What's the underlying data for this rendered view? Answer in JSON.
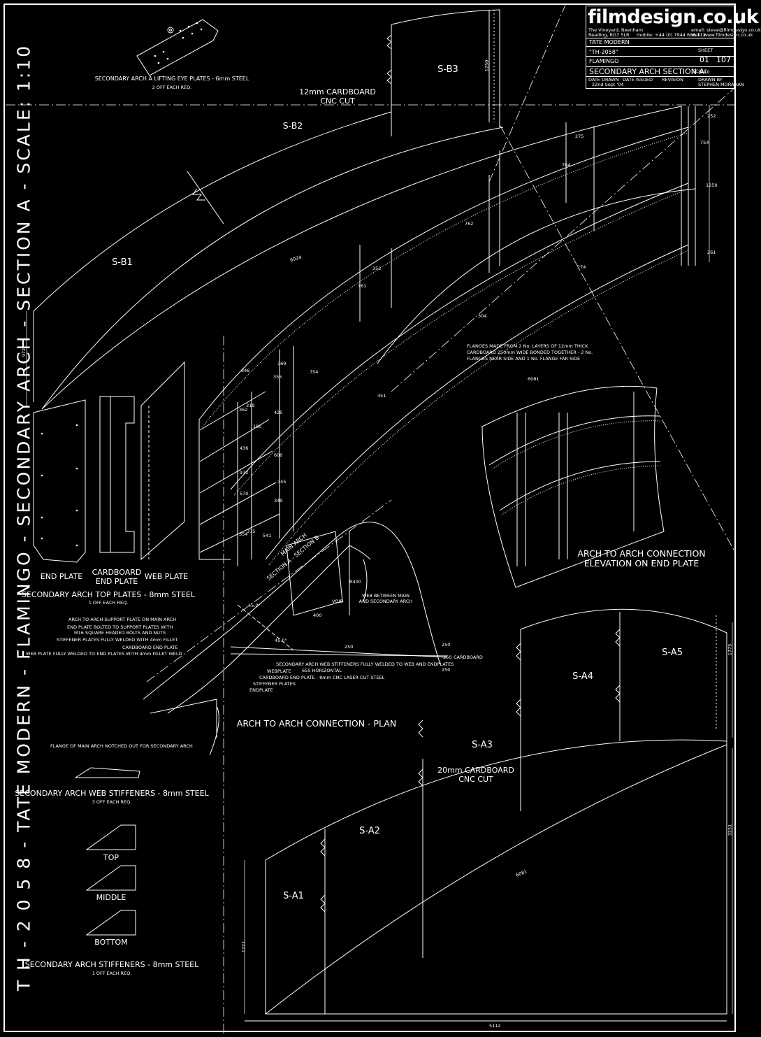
{
  "sheet": {
    "side_title": "T H  -  2 0 5 8  -  TATE MODERN - FLAMINGO - SECONDARY ARCH - SECTION A - SCALE: 1:10"
  },
  "title_block": {
    "brand": "filmdesign.co.uk",
    "address": "The Vineyard, Beenham",
    "address2": "Reading, RG7 5LR",
    "phone": "mobile: +44 (0) 7944 606 112",
    "email": "email: steve@filmdesign.co.uk",
    "web": "web: www.filmdesign.co.uk",
    "project": "TATE MODERN",
    "code": "\"TH-2058\"",
    "sheet_label": "SHEET",
    "sheet_no": "01",
    "sheet_of": "107",
    "subject": "FLAMINGO",
    "drawing": "SECONDARY ARCH SECTION A",
    "scale_label": "SCALE",
    "scale": "1:10",
    "f1": "DATE DRAWN",
    "f2": "DATE ISSUED",
    "f3": "REVISION",
    "f4": "DRAWN BY",
    "f4v": "STEPHEN MORAHAN",
    "date": "22nd Sept '04"
  },
  "labels": {
    "lifting_eye": "SECONDARY ARCH A LIFTING EYE PLATES - 6mm STEEL",
    "lifting_eye_req": "2 OFF EACH REQ.",
    "sb3": "S-B3",
    "sb2": "S-B2",
    "sb1": "S-B1",
    "cardboard_12": "12mm CARDBOARD",
    "cnc_cut_1": "CNC CUT",
    "end_plate": "END PLATE",
    "cardboard_end_plate_1": "CARDBOARD",
    "cardboard_end_plate_2": "END PLATE",
    "web_plate": "WEB PLATE",
    "top_plates": "SECONDARY ARCH TOP PLATES - 8mm STEEL",
    "top_plates_req": "1 OFF EACH REQ.",
    "note1": "ARCH TO ARCH SUPPORT PLATE ON MAIN ARCH",
    "note2": "END PLATE BOLTED TO SUPPORT PLATES WITH",
    "note2b": "M16 SQUARE HEADED BOLTS AND NUTS",
    "note3": "STIFFENER PLATES FULLY WELDED WITH 4mm FILLET",
    "note4": "CARDBOARD END PLATE",
    "note5": "WEB PLATE FULLY WELDED TO END PLATES WITH 4mm FILLET WELD",
    "flange_notch": "FLANGE OF MAIN ARCH NOTCHED OUT FOR SECONDARY ARCH",
    "web_stiffeners": "SECONDARY ARCH WEB STIFFENERS - 8mm STEEL",
    "web_stiffeners_req": "3 OFF EACH REQ.",
    "top": "TOP",
    "middle": "MIDDLE",
    "bottom": "BOTTOM",
    "stiffeners": "SECONDARY ARCH STIFFENERS - 8mm STEEL",
    "stiffeners_req": "1 OFF EACH REQ.",
    "flanges_note1": "FLANGES MADE FROM 2 No. LAYERS OF 12mm THICK",
    "flanges_note2": "CARDBOARD 250mm WIDE BONDED TOGETHER - 2 No.",
    "flanges_note3": "FLANGES NEAR SIDE AND 1 No. FLANGE FAR SIDE",
    "elev_title1": "ARCH TO ARCH CONNECTION",
    "elev_title2": "ELEVATION ON END PLATE",
    "main_arch": "MAIN ARCH",
    "section_ab": "SECTION A - SECTION B",
    "void": "VOID",
    "web_between1": "WEB BETWEEN MAIN",
    "web_between2": "AND SECONDARY ARCH",
    "cardboard": "CARDBOARD",
    "horizontal": "655 HORIZONTAL",
    "plan_note1": "SECONDARY ARCH WEB STIFFENERS FULLY WELDED TO WEB AND ENDPLATES",
    "plan_note2": "WEBPLATE",
    "plan_note3": "CARDBOARD END PLATE - 8mm CNC LASER CUT STEEL",
    "plan_note4": "STIFFENER PLATES",
    "plan_note5": "ENDPLATE",
    "plan_title": "ARCH TO ARCH CONNECTION - PLAN",
    "sa1": "S-A1",
    "sa2": "S-A2",
    "sa3": "S-A3",
    "sa4": "S-A4",
    "sa5": "S-A5",
    "cardboard_20": "20mm CARDBOARD",
    "cnc_cut_2": "CNC CUT",
    "r400": "R400",
    "angle": "45.0°"
  },
  "dims": {
    "d1250a": "1250",
    "d6024": "6024",
    "d972": "972",
    "d6081a": "6081",
    "d6081b": "6081",
    "d5112": "5112",
    "d1721": "1721",
    "d3251": "3251",
    "d1775": "1775",
    "d252": "252",
    "d754a": "754",
    "d1250b": "1250",
    "d261": "261",
    "d275": "275",
    "d784": "784",
    "d274": "274",
    "d762": "762",
    "d352": "352",
    "d761": "761",
    "d304": "304",
    "d351": "351",
    "d346": "346",
    "d369": "369",
    "d754b": "754",
    "d355": "355",
    "d319": "319",
    "d362": "362",
    "d180": "180",
    "d425": "425",
    "d436": "436",
    "d600": "600",
    "d972b": "972",
    "d345": "345",
    "d570": "570",
    "d349": "349",
    "d354": "354",
    "d375": "375",
    "d541": "541",
    "d400": "400",
    "d250a": "250",
    "d250b": "250",
    "d250c": "250",
    "d2504": "250"
  }
}
